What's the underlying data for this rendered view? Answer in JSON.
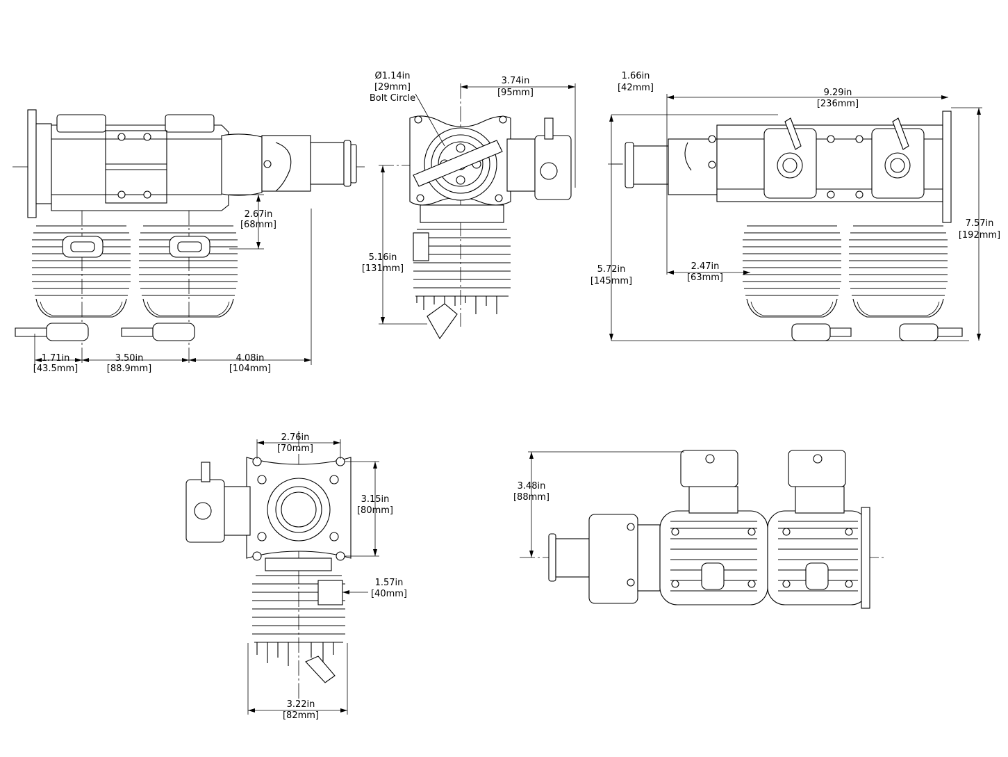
{
  "dimensions": {
    "side_left": {
      "d1": {
        "value": "1.71in",
        "metric": "[43.5mm]"
      },
      "d2": {
        "value": "3.50in",
        "metric": "[88.9mm]"
      },
      "d3": {
        "value": "4.08in",
        "metric": "[104mm]"
      },
      "d4": {
        "value": "2.67in",
        "metric": "[68mm]"
      }
    },
    "front_top": {
      "bolt": {
        "value": "Ø1.14in",
        "metric": "[29mm]",
        "note": "Bolt Circle"
      },
      "width": {
        "value": "3.74in",
        "metric": "[95mm]"
      },
      "height": {
        "value": "5.16in",
        "metric": "[131mm]"
      }
    },
    "side_right": {
      "d1": {
        "value": "1.66in",
        "metric": "[42mm]"
      },
      "length": {
        "value": "9.29in",
        "metric": "[236mm]"
      },
      "height": {
        "value": "7.57in",
        "metric": "[192mm]"
      },
      "d3": {
        "value": "5.72in",
        "metric": "[145mm]"
      },
      "d4": {
        "value": "2.47in",
        "metric": "[63mm]"
      }
    },
    "rear": {
      "bolt_w": {
        "value": "2.76in",
        "metric": "[70mm]"
      },
      "bolt_h": {
        "value": "3.15in",
        "metric": "[80mm]"
      },
      "d3": {
        "value": "1.57in",
        "metric": "[40mm]"
      },
      "width": {
        "value": "3.22in",
        "metric": "[82mm]"
      }
    },
    "top": {
      "height": {
        "value": "3.48in",
        "metric": "[88mm]"
      }
    }
  }
}
